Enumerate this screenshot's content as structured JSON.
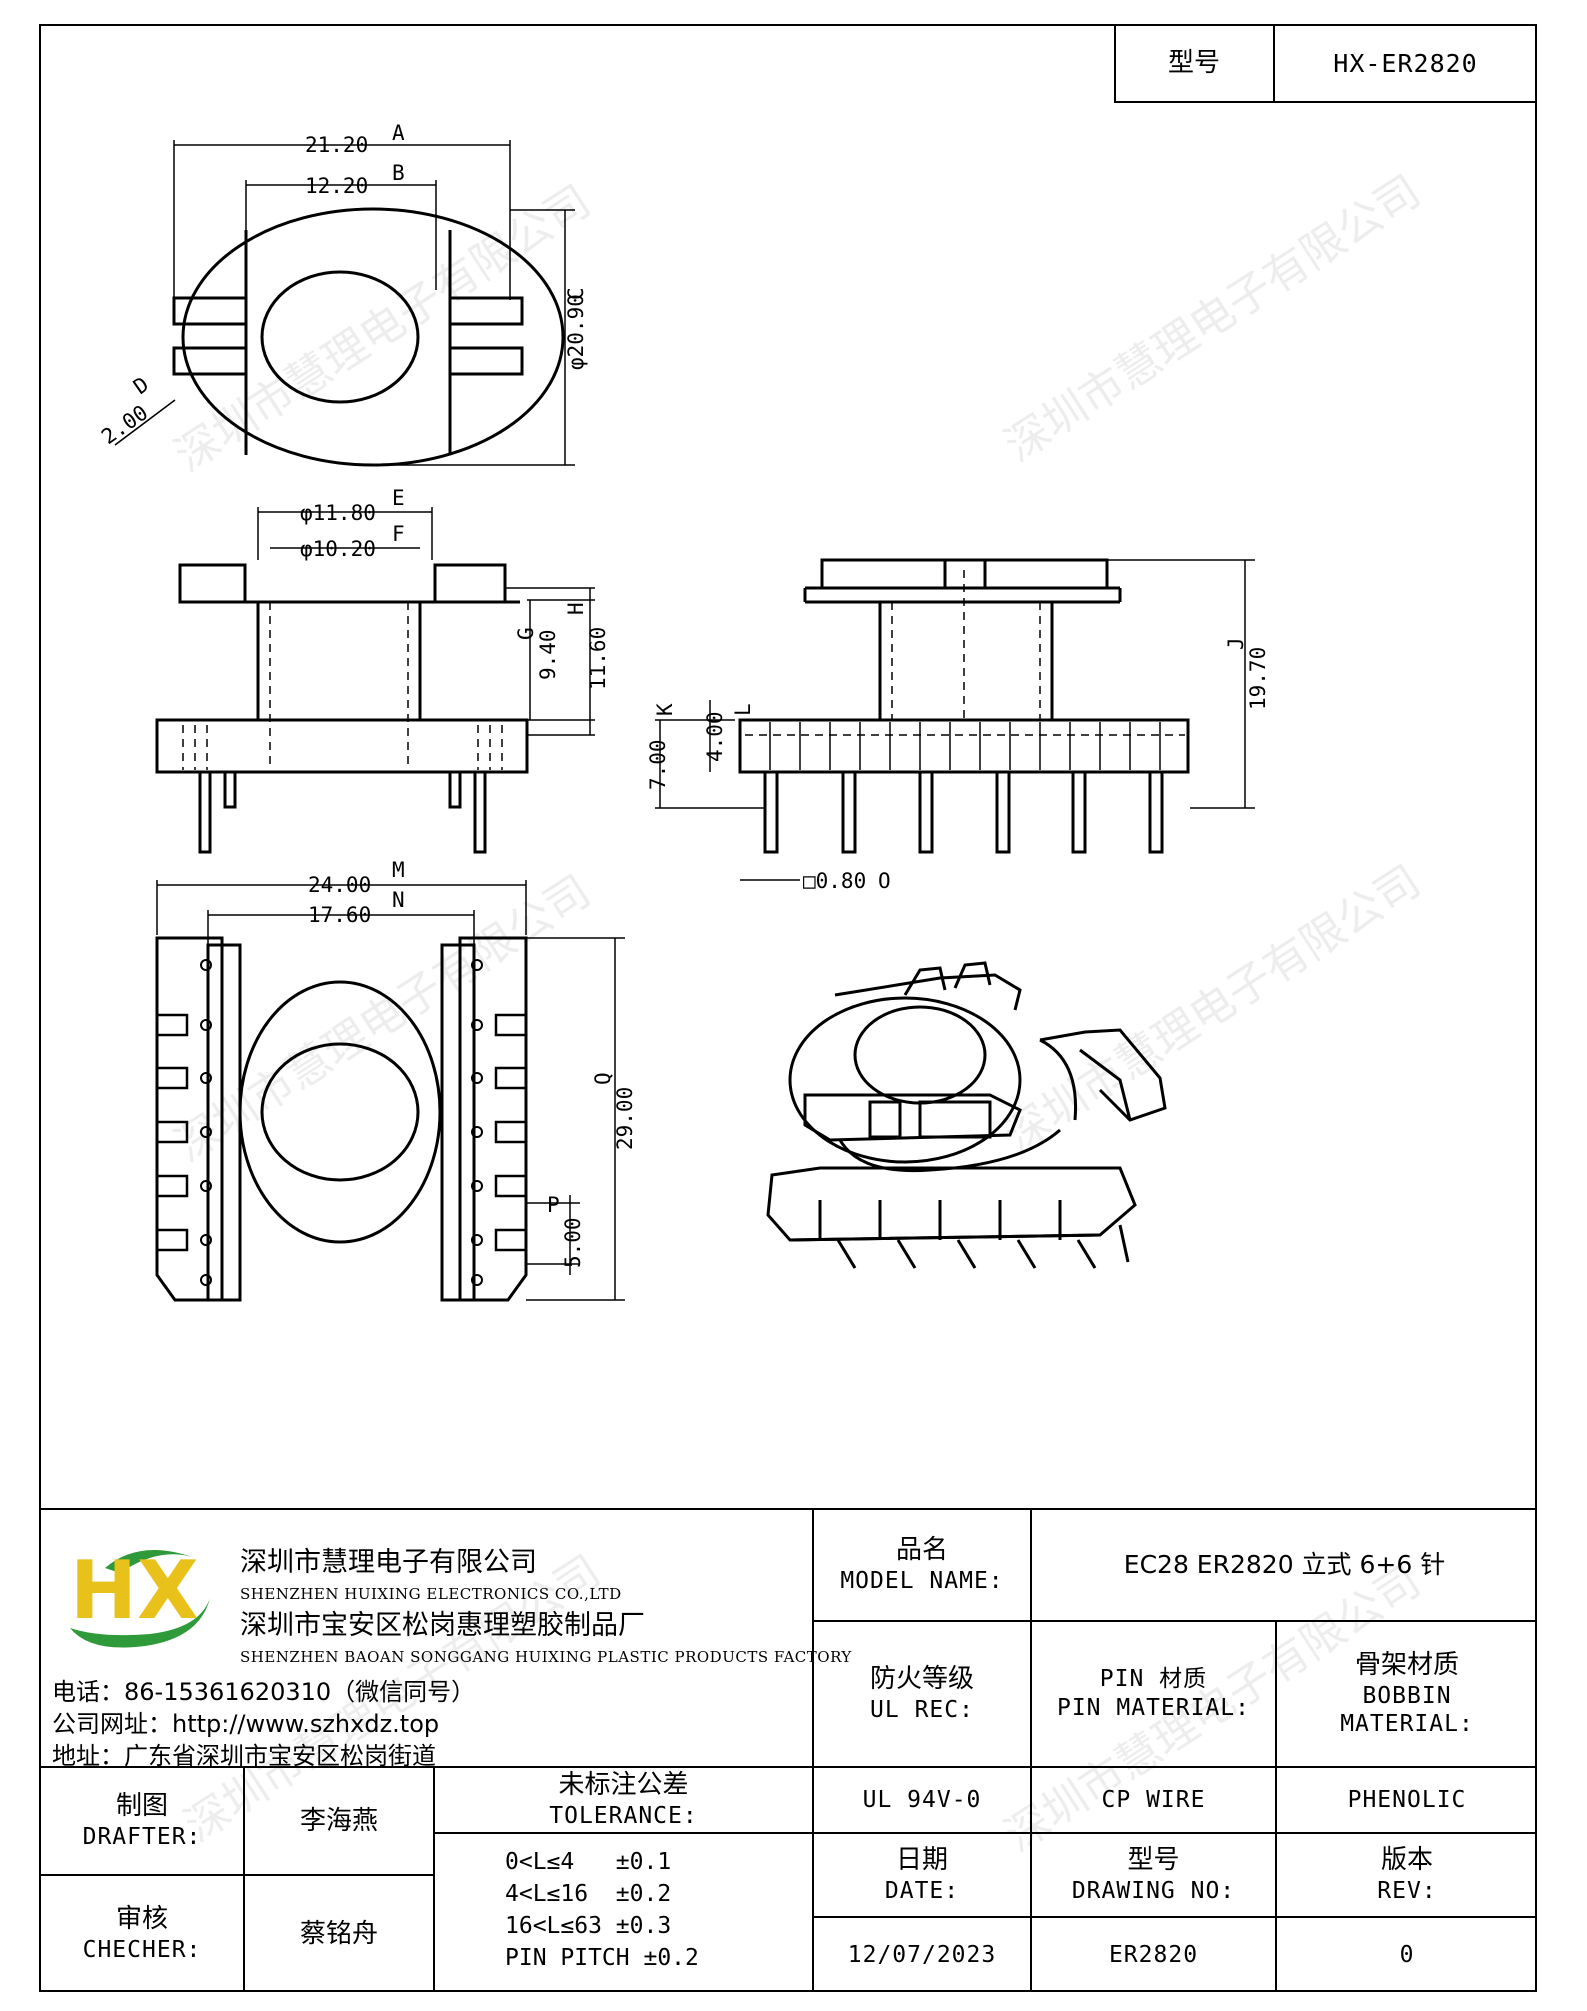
{
  "header": {
    "model_label": "型号",
    "model_value": "HX-ER2820"
  },
  "drawing": {
    "top_view": {
      "width": "21.20",
      "width_ref": "A",
      "inner": "12.20",
      "inner_ref": "B",
      "height": "φ20.90",
      "height_ref": "C",
      "slot": "2.00",
      "slot_ref": "D"
    },
    "front_view": {
      "outer_dia": "φ11.80",
      "outer_ref": "E",
      "inner_dia": "φ10.20",
      "inner_ref": "F",
      "h1": "9.40",
      "h1_ref": "G",
      "h2": "11.60",
      "h2_ref": "H"
    },
    "side_view": {
      "total": "19.70",
      "total_ref": "J",
      "base": "7.00",
      "base_ref": "K",
      "flange": "4.00",
      "flange_ref": "L",
      "pin": "□0.80",
      "pin_ref": "O"
    },
    "bottom_view": {
      "width": "24.00",
      "width_ref": "M",
      "inner": "17.60",
      "inner_ref": "N",
      "length": "29.00",
      "length_ref": "Q",
      "pitch": "5.00",
      "pitch_ref": "P"
    }
  },
  "watermark": "深圳市慧理电子有限公司",
  "company": {
    "logo_letters": "HX",
    "name_zh": "深圳市慧理电子有限公司",
    "name_en": "SHENZHEN HUIXING ELECTRONICS CO.,LTD",
    "factory_zh": "深圳市宝安区松岗惠理塑胶制品厂",
    "factory_en": "SHENZHEN BAOAN SONGGANG HUIXING PLASTIC PRODUCTS FACTORY",
    "phone": "电话：86-15361620310（微信同号）",
    "website": "公司网址：http://www.szhxdz.top",
    "address": "地址：广东省深圳市宝安区松岗街道"
  },
  "title_block": {
    "model_name_zh": "品名",
    "model_name_en": "MODEL NAME:",
    "model_name_value": "EC28 ER2820 立式 6+6 针",
    "ul_zh": "防火等级",
    "ul_en": "UL REC:",
    "pin_zh": "PIN 材质",
    "pin_en": "PIN MATERIAL:",
    "bobbin_zh": "骨架材质",
    "bobbin_en1": "BOBBIN",
    "bobbin_en2": "MATERIAL:",
    "ul_value": "UL 94V-0",
    "pin_value": "CP WIRE",
    "bobbin_value": "PHENOLIC",
    "drafter_zh": "制图",
    "drafter_en": "DRAFTER:",
    "drafter_name": "李海燕",
    "checker_zh": "审核",
    "checker_en": "CHECHER:",
    "checker_name": "蔡铭舟",
    "tolerance_zh": "未标注公差",
    "tolerance_en": "TOLERANCE:",
    "tolerance_lines": [
      "0<L≤4   ±0.1",
      "4<L≤16  ±0.2",
      "16<L≤63 ±0.3",
      "PIN PITCH ±0.2"
    ],
    "date_zh": "日期",
    "date_en": "DATE:",
    "drawing_no_zh": "型号",
    "drawing_no_en": "DRAWING NO:",
    "rev_zh": "版本",
    "rev_en": "REV:",
    "date_value": "12/07/2023",
    "drawing_no_value": "ER2820",
    "rev_value": "0"
  },
  "colors": {
    "logo_green": "#2e9a3a",
    "logo_yellow": "#e8c21a"
  }
}
